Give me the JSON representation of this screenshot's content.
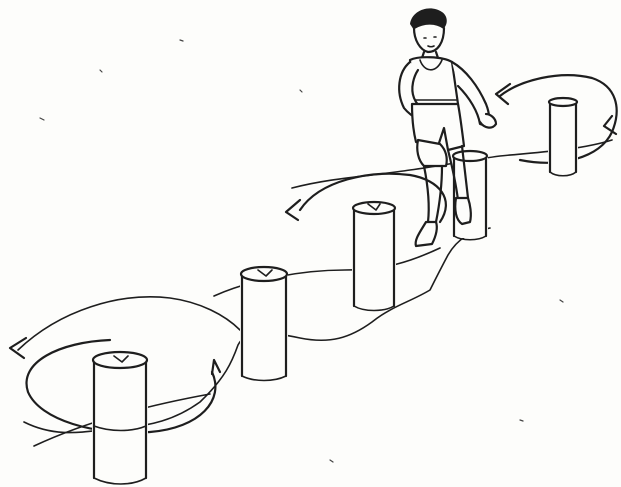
{
  "scene": {
    "paper_color": "#fdfdfb",
    "ink_color": "#1e1e1e",
    "subject": "runner",
    "posts": [
      {
        "id": "post-1",
        "order": 1
      },
      {
        "id": "post-2",
        "order": 2
      },
      {
        "id": "post-3",
        "order": 3
      },
      {
        "id": "post-4",
        "order": 4
      },
      {
        "id": "post-5",
        "order": 5
      }
    ],
    "path_arrows": [
      {
        "id": "arrow-1",
        "icon": "arrow-head-left-icon"
      },
      {
        "id": "arrow-2",
        "icon": "arrow-head-up-icon"
      },
      {
        "id": "arrow-3",
        "icon": "arrow-head-left-icon"
      },
      {
        "id": "arrow-4",
        "icon": "arrow-head-left-icon"
      },
      {
        "id": "arrow-5",
        "icon": "arrow-head-left-icon"
      }
    ]
  }
}
